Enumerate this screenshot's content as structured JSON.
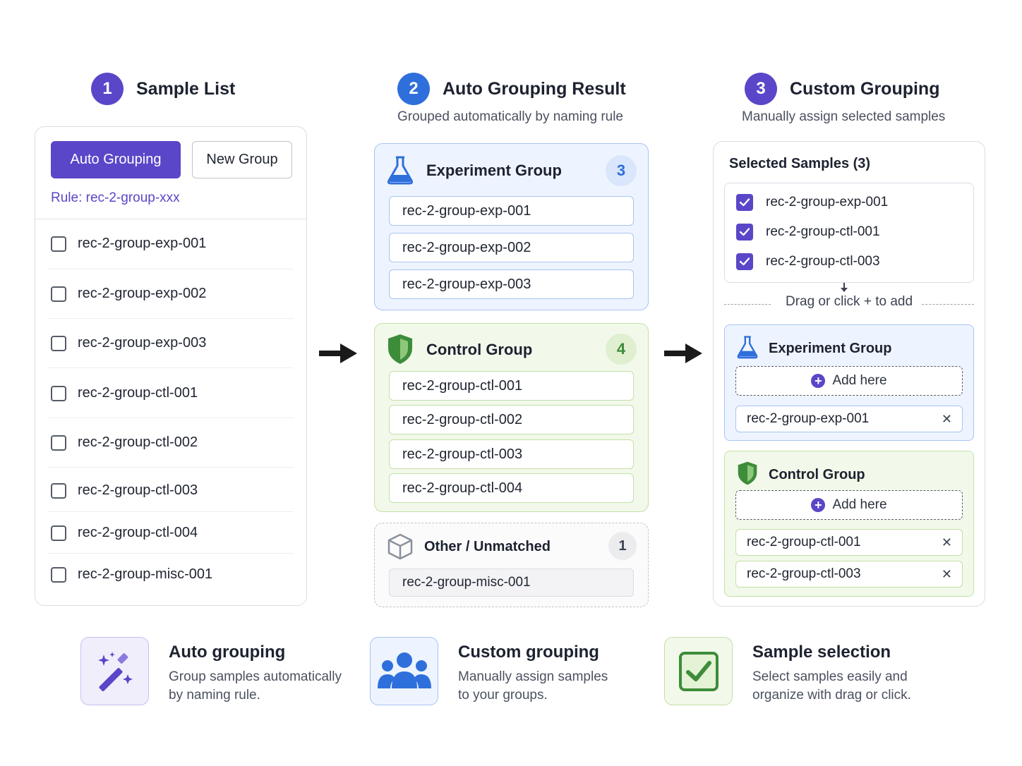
{
  "colors": {
    "accent": "#5a46c8",
    "step_blue": "#2f6fdc",
    "experiment_bg": "#eef4ff",
    "experiment_border": "#a9c4f3",
    "control_bg": "#f2f9ea",
    "control_border": "#c3e0a6",
    "other_bg": "#f5f5f7",
    "shield_green": "#3d8c3a"
  },
  "steps": [
    {
      "number": "1",
      "title": "Sample List",
      "subtitle": ""
    },
    {
      "number": "2",
      "title": "Auto Grouping Result",
      "subtitle": "Grouped automatically by naming rule"
    },
    {
      "number": "3",
      "title": "Custom Grouping",
      "subtitle": "Manually assign selected samples"
    }
  ],
  "sample_list": {
    "auto_button": "Auto Grouping",
    "new_group_button": "New Group",
    "rule": "Rule:  rec-2-group-xxx",
    "samples": [
      "rec-2-group-exp-001",
      "rec-2-group-exp-002",
      "rec-2-group-exp-003",
      "rec-2-group-ctl-001",
      "rec-2-group-ctl-002",
      "rec-2-group-ctl-003",
      "rec-2-group-ctl-004",
      "rec-2-group-misc-001"
    ]
  },
  "auto_result": {
    "experiment": {
      "title": "Experiment Group",
      "count": "3",
      "icon": "flask-icon",
      "items": [
        "rec-2-group-exp-001",
        "rec-2-group-exp-002",
        "rec-2-group-exp-003"
      ]
    },
    "control": {
      "title": "Control Group",
      "count": "4",
      "icon": "shield-icon",
      "items": [
        "rec-2-group-ctl-001",
        "rec-2-group-ctl-002",
        "rec-2-group-ctl-003",
        "rec-2-group-ctl-004"
      ]
    },
    "other": {
      "title": "Other / Unmatched",
      "count": "1",
      "icon": "cube-icon",
      "items": [
        "rec-2-group-misc-001"
      ]
    }
  },
  "custom": {
    "selected_title": "Selected Samples (3)",
    "selected": [
      "rec-2-group-exp-001",
      "rec-2-group-ctl-001",
      "rec-2-group-ctl-003"
    ],
    "drag_hint": "Drag or click + to add",
    "experiment": {
      "title": "Experiment Group",
      "add_label": "Add here",
      "items": [
        "rec-2-group-exp-001"
      ]
    },
    "control": {
      "title": "Control Group",
      "add_label": "Add here",
      "items": [
        "rec-2-group-ctl-001",
        "rec-2-group-ctl-003"
      ]
    },
    "remove_glyph": "✕"
  },
  "features": [
    {
      "title": "Auto grouping",
      "desc": "Group samples automatically by naming rule.",
      "icon": "magic-wand-icon"
    },
    {
      "title": "Custom grouping",
      "desc": "Manually assign samples to your groups.",
      "icon": "users-icon"
    },
    {
      "title": "Sample selection",
      "desc": "Select samples easily and organize with drag or click.",
      "icon": "checkbox-icon"
    }
  ]
}
